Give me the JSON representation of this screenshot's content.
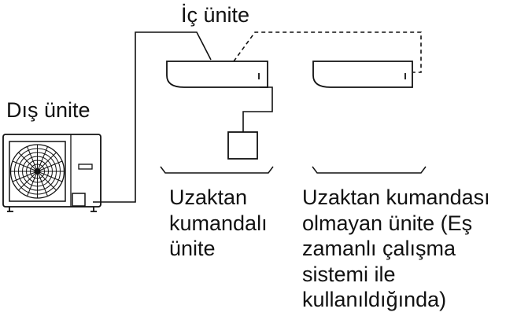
{
  "labels": {
    "indoor_unit": "İç ünite",
    "outdoor_unit": "Dış ünite",
    "remote_controlled_unit": [
      "Uzaktan",
      "kumandalı",
      "ünite"
    ],
    "non_remote_unit": [
      "Uzaktan kumandası",
      "olmayan ünite (Eş",
      "zamanlı çalışma",
      "sistemi ile",
      "kullanıldığında)"
    ]
  },
  "colors": {
    "line": "#111111",
    "background": "#ffffff"
  }
}
